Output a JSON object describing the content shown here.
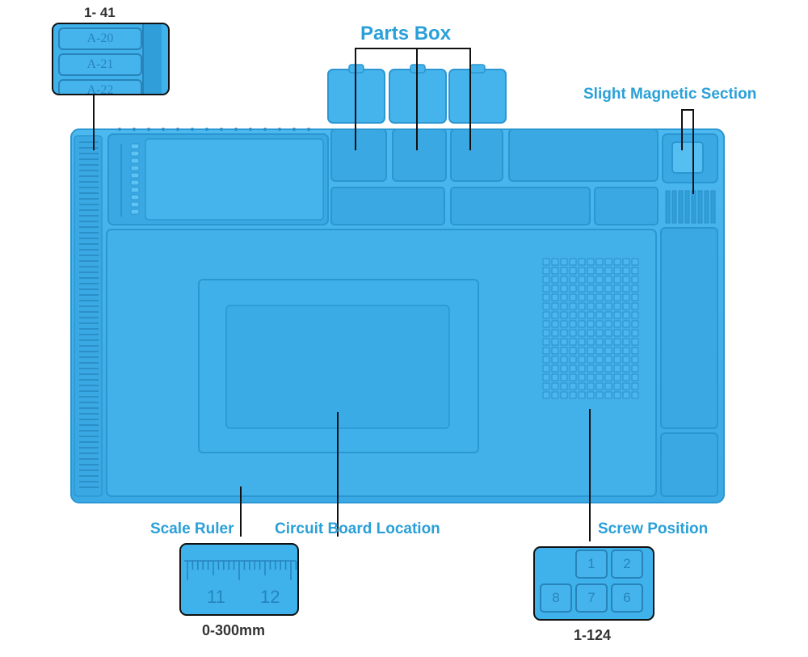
{
  "labels": {
    "parts_box": "Parts Box",
    "magnetic": "Slight Magnetic Section",
    "scale_ruler": "Scale Ruler",
    "circuit_board": "Circuit Board Location",
    "screw_position": "Screw Position"
  },
  "ranges": {
    "slots": "1- 41",
    "ruler": "0-300mm",
    "screws": "1-124"
  },
  "callout_slots": {
    "rows": [
      "A-20",
      "A-21",
      "A-22"
    ]
  },
  "callout_ruler": {
    "ticks": [
      "11",
      "12"
    ]
  },
  "callout_screws": {
    "cells": [
      "1",
      "2",
      "8",
      "7",
      "6"
    ]
  },
  "colors": {
    "mat": "#3fb2ec",
    "mat_edge": "#2b97d2",
    "mat_light": "#58c0f2",
    "label": "#2aa0d8",
    "callout_border": "#111111"
  }
}
